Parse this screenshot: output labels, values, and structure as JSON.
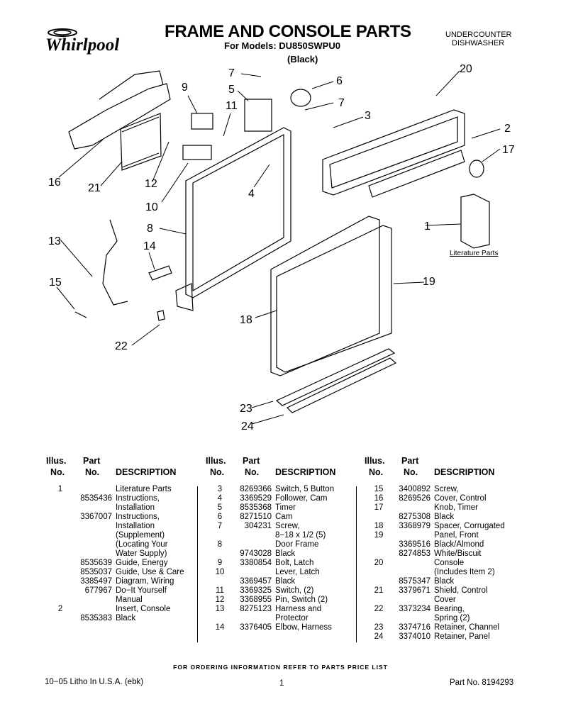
{
  "header": {
    "brand": "Whirlpool",
    "title": "FRAME AND CONSOLE PARTS",
    "models": "For Models: DU850SWPU0",
    "color": "(Black)",
    "product_line1": "UNDERCOUNTER",
    "product_line2": "DISHWASHER"
  },
  "diagram": {
    "callouts": [
      "1",
      "2",
      "3",
      "4",
      "5",
      "6",
      "7",
      "7",
      "8",
      "9",
      "10",
      "11",
      "12",
      "13",
      "14",
      "15",
      "16",
      "17",
      "18",
      "19",
      "20",
      "21",
      "22",
      "23",
      "24"
    ],
    "literature_label": "Literature Parts"
  },
  "table": {
    "headers": {
      "illus1": "Illus.",
      "illus2": "No.",
      "part1": "Part",
      "part2": "No.",
      "desc": "DESCRIPTION"
    },
    "columns": [
      [
        [
          "1",
          "",
          "Literature Parts"
        ],
        [
          "",
          "8535436",
          "Instructions,"
        ],
        [
          "",
          "",
          "Installation"
        ],
        [
          "",
          "3367007",
          "Instructions,"
        ],
        [
          "",
          "",
          "Installation"
        ],
        [
          "",
          "",
          "(Supplement)"
        ],
        [
          "",
          "",
          "(Locating Your"
        ],
        [
          "",
          "",
          "Water Supply)"
        ],
        [
          "",
          "8535639",
          "Guide, Energy"
        ],
        [
          "",
          "8535037",
          "Guide, Use & Care"
        ],
        [
          "",
          "3385497",
          "Diagram, Wiring"
        ],
        [
          "",
          "677967",
          "Do−It Yourself"
        ],
        [
          "",
          "",
          "Manual"
        ],
        [
          "2",
          "",
          "Insert, Console"
        ],
        [
          "",
          "8535383",
          "Black"
        ]
      ],
      [
        [
          "3",
          "8269366",
          "Switch, 5 Button"
        ],
        [
          "4",
          "3369529",
          "Follower, Cam"
        ],
        [
          "5",
          "8535368",
          "Timer"
        ],
        [
          "6",
          "8271510",
          "Cam"
        ],
        [
          "7",
          "304231",
          "Screw,"
        ],
        [
          "",
          "",
          "8−18 x 1/2 (5)"
        ],
        [
          "8",
          "",
          "Door Frame"
        ],
        [
          "",
          "9743028",
          "Black"
        ],
        [
          "9",
          "3380854",
          "Bolt, Latch"
        ],
        [
          "10",
          "",
          "Lever, Latch"
        ],
        [
          "",
          "3369457",
          "Black"
        ],
        [
          "11",
          "3369325",
          "Switch, (2)"
        ],
        [
          "12",
          "3368955",
          "Pin, Switch (2)"
        ],
        [
          "13",
          "8275123",
          "Harness and"
        ],
        [
          "",
          "",
          "Protector"
        ],
        [
          "14",
          "3376405",
          "Elbow, Harness"
        ]
      ],
      [
        [
          "15",
          "3400892",
          "Screw,"
        ],
        [
          "16",
          "8269526",
          "Cover, Control"
        ],
        [
          "17",
          "",
          "Knob, Timer"
        ],
        [
          "",
          "8275308",
          "Black"
        ],
        [
          "18",
          "3368979",
          "Spacer, Corrugated"
        ],
        [
          "19",
          "",
          "Panel, Front"
        ],
        [
          "",
          "3369516",
          "Black/Almond"
        ],
        [
          "",
          "8274853",
          "White/Biscuit"
        ],
        [
          "20",
          "",
          "Console"
        ],
        [
          "",
          "",
          "(Includes Item 2)"
        ],
        [
          "",
          "8575347",
          "Black"
        ],
        [
          "21",
          "3379671",
          "Shield, Control"
        ],
        [
          "",
          "",
          "Cover"
        ],
        [
          "22",
          "3373234",
          "Bearing,"
        ],
        [
          "",
          "",
          "Spring (2)"
        ],
        [
          "23",
          "3374716",
          "Retainer, Channel"
        ],
        [
          "24",
          "3374010",
          "Retainer, Panel"
        ]
      ]
    ]
  },
  "footer": {
    "order_note": "FOR ORDERING INFORMATION REFER TO PARTS PRICE LIST",
    "litho": "10−05 Litho In U.S.A. (ebk)",
    "page": "1",
    "part_no": "Part No. 8194293"
  }
}
